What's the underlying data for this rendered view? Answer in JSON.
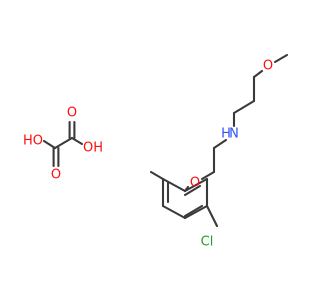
{
  "colors": {
    "bond": "#3a3a3a",
    "oxygen": "#ff0d0d",
    "nitrogen": "#3050f8",
    "chlorine": "#1fa01f",
    "background": "#ffffff"
  },
  "molecules": {
    "oxalic_acid": {
      "atoms": {
        "ho_left": "HO",
        "oh_right": "OH",
        "o_top": "O",
        "o_bottom": "O"
      }
    },
    "amine": {
      "atoms": {
        "methoxy_o": "O",
        "amine_n": "N",
        "amine_h": "H",
        "ether_o": "O",
        "chloro": "Cl"
      }
    }
  }
}
